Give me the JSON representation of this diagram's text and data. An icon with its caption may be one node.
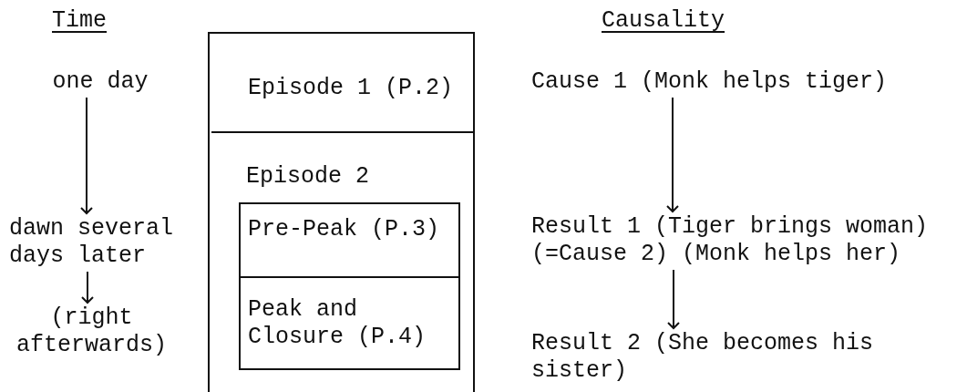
{
  "diagram": {
    "nodes": [
      {
        "text": [
          "one day"
        ]
      },
      {
        "text": [
          "dawn several days later"
        ]
      },
      {
        "text": [
          "(right afterwards)"
        ]
      },
      {
        "text": [],
        "shape": "box"
      },
      {
        "text": [
          "Episode 1 (P.2)"
        ],
        "in": 3
      },
      {
        "text": [
          "Episode 2"
        ],
        "in": 3
      },
      {
        "text": [
          "Pre-Peak (P.3)"
        ],
        "in": 5
      },
      {
        "text": [
          "Peak and Closure (P.4)"
        ],
        "in": 5
      },
      {
        "text": [
          "Cause 1 (Monk helps tiger)"
        ]
      },
      {
        "text": [
          "Result 1 (Tiger brings woman) (=Cause 2) (Monk helps her)"
        ]
      },
      {
        "text": [
          "Result 2 (She becomes his sister)"
        ]
      }
    ],
    "edges": [
      {
        "from": 0,
        "to": 1,
        "arrow": "to"
      },
      {
        "from": 1,
        "to": 2,
        "arrow": "to"
      },
      {
        "from": 8,
        "to": 9,
        "arrow": "to"
      },
      {
        "from": 9,
        "to": 10,
        "arrow": "to"
      }
    ],
    "labels": [
      "Time",
      "Causality"
    ]
  }
}
